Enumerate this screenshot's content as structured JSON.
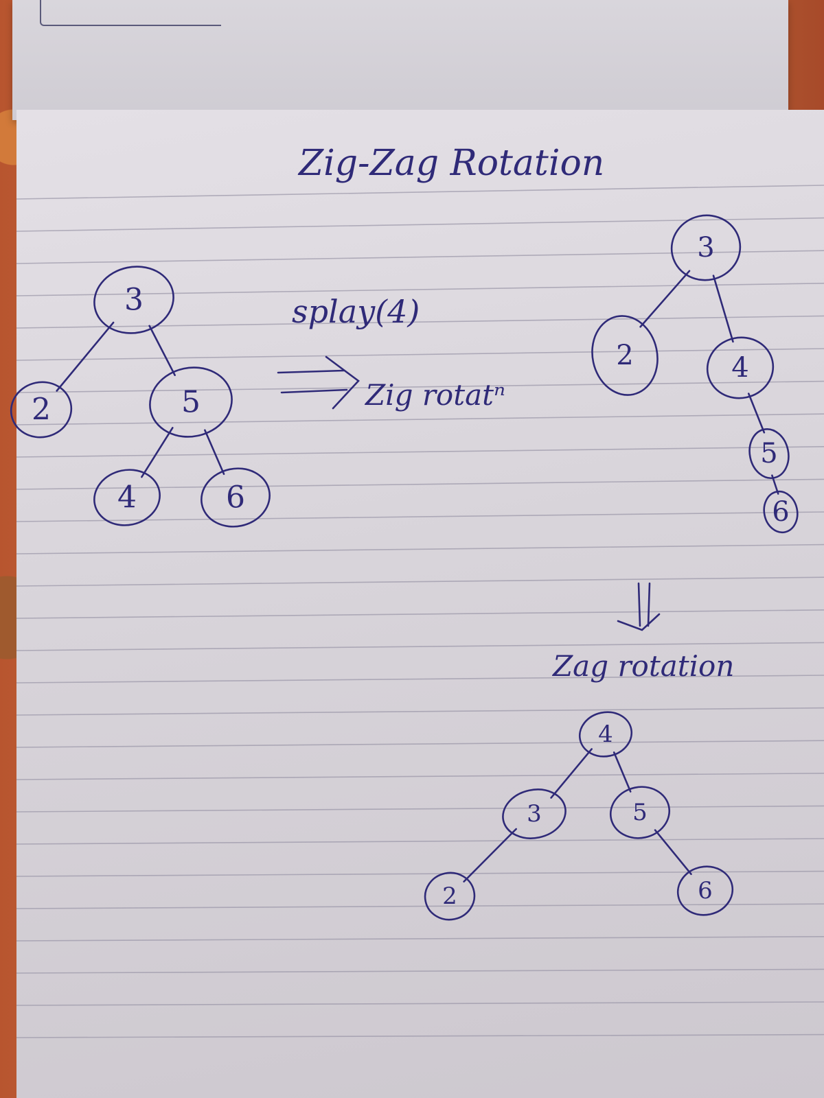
{
  "title": "Zig-Zag Rotation",
  "operation": "splay(4)",
  "step1_label": "Zig rotatⁿ",
  "step2_label": "Zag rotation",
  "trees": [
    {
      "name": "initial",
      "nodes": [
        {
          "id": "a3",
          "label": "3"
        },
        {
          "id": "a2",
          "label": "2"
        },
        {
          "id": "a5",
          "label": "5"
        },
        {
          "id": "a4",
          "label": "4"
        },
        {
          "id": "a6",
          "label": "6"
        }
      ],
      "edges": [
        [
          "a3",
          "a2"
        ],
        [
          "a3",
          "a5"
        ],
        [
          "a5",
          "a4"
        ],
        [
          "a5",
          "a6"
        ]
      ]
    },
    {
      "name": "after-zig",
      "nodes": [
        {
          "id": "b3",
          "label": "3"
        },
        {
          "id": "b2",
          "label": "2"
        },
        {
          "id": "b4",
          "label": "4"
        },
        {
          "id": "b5",
          "label": "5"
        },
        {
          "id": "b6",
          "label": "6"
        }
      ],
      "edges": [
        [
          "b3",
          "b2"
        ],
        [
          "b3",
          "b4"
        ],
        [
          "b4",
          "b5"
        ],
        [
          "b5",
          "b6"
        ]
      ]
    },
    {
      "name": "after-zag",
      "nodes": [
        {
          "id": "c4",
          "label": "4"
        },
        {
          "id": "c3",
          "label": "3"
        },
        {
          "id": "c5",
          "label": "5"
        },
        {
          "id": "c2",
          "label": "2"
        },
        {
          "id": "c6",
          "label": "6"
        }
      ],
      "edges": [
        [
          "c4",
          "c3"
        ],
        [
          "c4",
          "c5"
        ],
        [
          "c3",
          "c2"
        ],
        [
          "c5",
          "c6"
        ]
      ]
    }
  ],
  "colors": {
    "ink": "#2f2a78",
    "paper": "#dcd8de",
    "rule": "#9a96a8"
  }
}
